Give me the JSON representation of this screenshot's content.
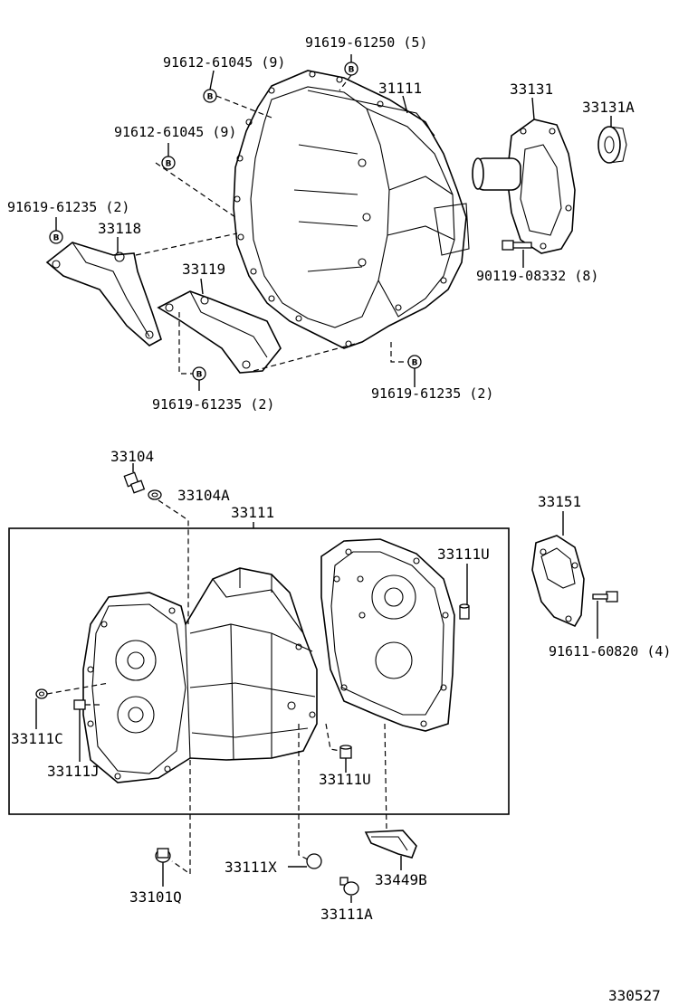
{
  "diagram_id": "330527",
  "bolt_symbol": "B",
  "labels": {
    "p33111_top": "31111",
    "p33131": "33131",
    "p33131A": "33131A",
    "p91619_61250": "91619-61250 (5)",
    "p91612_61045_a": "91612-61045 (9)",
    "p91612_61045_b": "91612-61045 (9)",
    "p91619_61235_left": "91619-61235 (2)",
    "p33118": "33118",
    "p33119": "33119",
    "p90119_08332": "90119-08332 (8)",
    "p91619_61235_bl": "91619-61235 (2)",
    "p91619_61235_br": "91619-61235 (2)",
    "p33104": "33104",
    "p33104A": "33104A",
    "p33111_box": "33111",
    "p33111U_top": "33111U",
    "p33151": "33151",
    "p91611_60820": "91611-60820 (4)",
    "p33111C": "33111C",
    "p33111J": "33111J",
    "p33111U_bot": "33111U",
    "p33111X": "33111X",
    "p33449B": "33449B",
    "p33101Q": "33101Q",
    "p33111A": "33111A"
  }
}
